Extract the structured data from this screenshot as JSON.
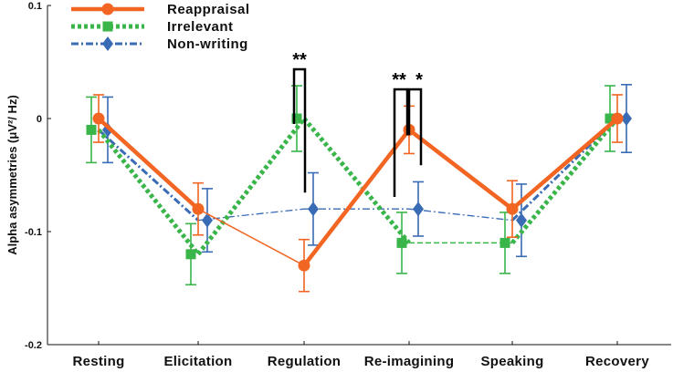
{
  "chart_data": {
    "type": "line",
    "categories": [
      "Resting",
      "Elicitation",
      "Regulation",
      "Re-imagining",
      "Speaking",
      "Recovery"
    ],
    "ylabel": "Alpha asymmetries (μV²/ Hz)",
    "ylim": [
      -0.2,
      0.1
    ],
    "yticks": [
      0.1,
      0,
      -0.1,
      -0.2
    ],
    "ytick_labels": [
      "0.1",
      "0",
      "-0.1",
      "-0.2"
    ],
    "legend_position": "top-left",
    "series": [
      {
        "name": "Reappraisal",
        "color": "#f26522",
        "marker": "circle",
        "values": [
          0.0,
          -0.08,
          -0.13,
          -0.01,
          -0.08,
          0.0
        ],
        "errors": [
          0.021,
          0.023,
          0.023,
          0.021,
          0.025,
          0.021
        ],
        "segment_styles": [
          "solid-thick",
          "solid-thin",
          "solid-thick",
          "solid-thick",
          "solid-thick"
        ]
      },
      {
        "name": "Irrelevant",
        "color": "#39b54a",
        "marker": "square",
        "values": [
          -0.01,
          -0.12,
          0.0,
          -0.11,
          -0.11,
          0.0
        ],
        "errors": [
          0.029,
          0.027,
          0.029,
          0.027,
          0.027,
          0.029
        ],
        "segment_styles": [
          "dotted-thick",
          "dotted-thick",
          "dotted-thick",
          "dashed-thin",
          "dotted-thick"
        ]
      },
      {
        "name": "Non-writing",
        "color": "#3a6bb5",
        "marker": "diamond",
        "values": [
          -0.01,
          -0.09,
          -0.08,
          -0.08,
          -0.09,
          0.0
        ],
        "errors": [
          0.029,
          0.028,
          0.032,
          0.024,
          0.032,
          0.03
        ],
        "segment_styles": [
          "dashdot-thick",
          "dashdot-thin",
          "dashdot-thin",
          "dashdot-thin",
          "dashdot-thick"
        ]
      }
    ],
    "annotations": [
      {
        "label": "**",
        "category": "Regulation",
        "note": "Irrelevant vs Reappraisal"
      },
      {
        "label": "**",
        "category": "Re-imagining",
        "note": "Reappraisal vs Irrelevant"
      },
      {
        "label": "*",
        "category": "Re-imagining",
        "note": "Reappraisal vs Non-writing"
      }
    ]
  }
}
